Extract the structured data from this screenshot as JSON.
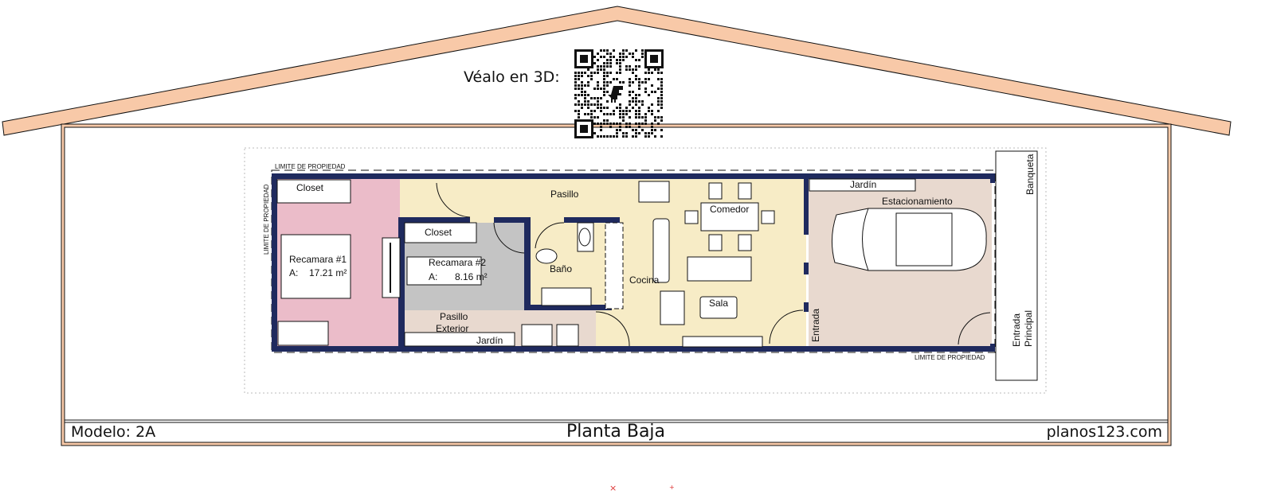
{
  "header": {
    "qr_label": "Véalo en 3D:"
  },
  "title_block": {
    "model": "Modelo: 2A",
    "title": "Planta Baja",
    "website": "planos123.com"
  },
  "plan": {
    "property_limit": "LIMITE DE PROPIEDAD",
    "rooms": {
      "closet1": "Closet",
      "closet2": "Closet",
      "bedroom1": "Recamara #1",
      "bedroom1_area_label": "A:",
      "bedroom1_area": "17.21 m²",
      "bedroom2": "Recamara #2",
      "bedroom2_area_label": "A:",
      "bedroom2_area": "8.16 m²",
      "hallway": "Pasillo",
      "bathroom": "Baño",
      "exterior_hall_1": "Pasillo",
      "exterior_hall_2": "Exterior",
      "garden_rear": "Jardín",
      "garden_front": "Jardín",
      "kitchen": "Cocina",
      "dining": "Comedor",
      "living": "Sala",
      "entrance": "Entrada",
      "parking": "Estacionamiento",
      "sidewalk": "Banqueta",
      "main_entrance_1": "Entrada",
      "main_entrance_2": "Principal"
    }
  },
  "colors": {
    "roof": "#f8c9a8",
    "wall": "#1f2a5e",
    "bedroom1": "#ebbcc9",
    "living": "#f7ecc6",
    "bedroom2": "#c4c4c4",
    "garage": "#e8d9cf"
  }
}
